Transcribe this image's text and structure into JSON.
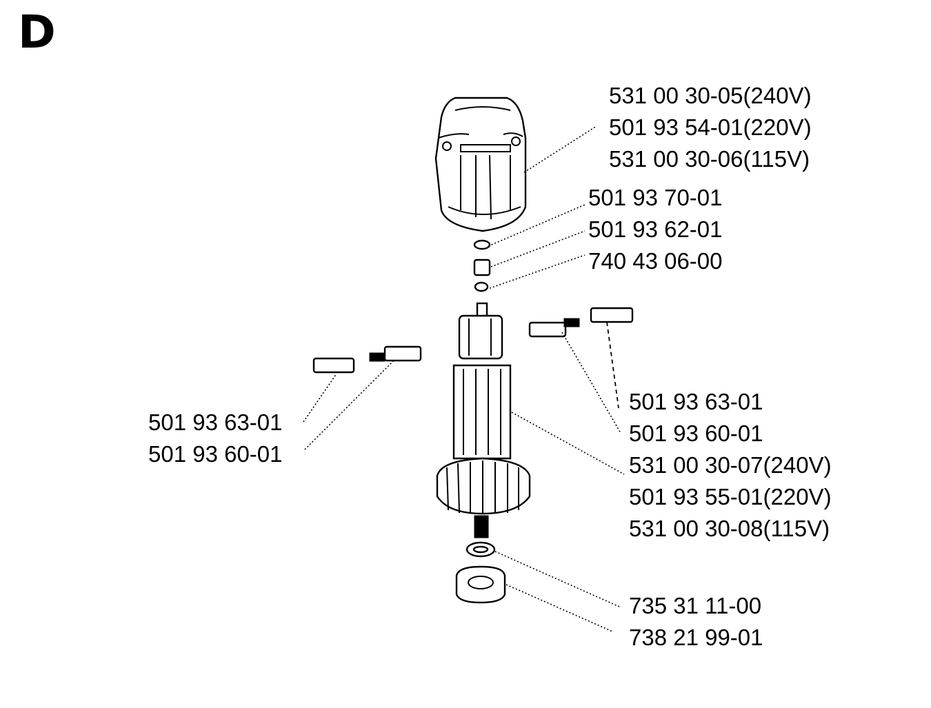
{
  "section": "D",
  "parts": {
    "field": [
      "531 00 30-05(240V)",
      "501 93 54-01(220V)",
      "531 00 30-06(115V)"
    ],
    "upper_small": [
      "501 93 70-01",
      "501 93 62-01",
      "740 43 06-00"
    ],
    "left_brush": [
      "501 93 63-01",
      "501 93 60-01"
    ],
    "right_brush": [
      "501 93 63-01",
      "501 93 60-01"
    ],
    "armature": [
      "531 00 30-07(240V)",
      "501 93 55-01(220V)",
      "531 00 30-08(115V)"
    ],
    "bottom": [
      "735 31 11-00",
      "738 21 99-01"
    ]
  }
}
